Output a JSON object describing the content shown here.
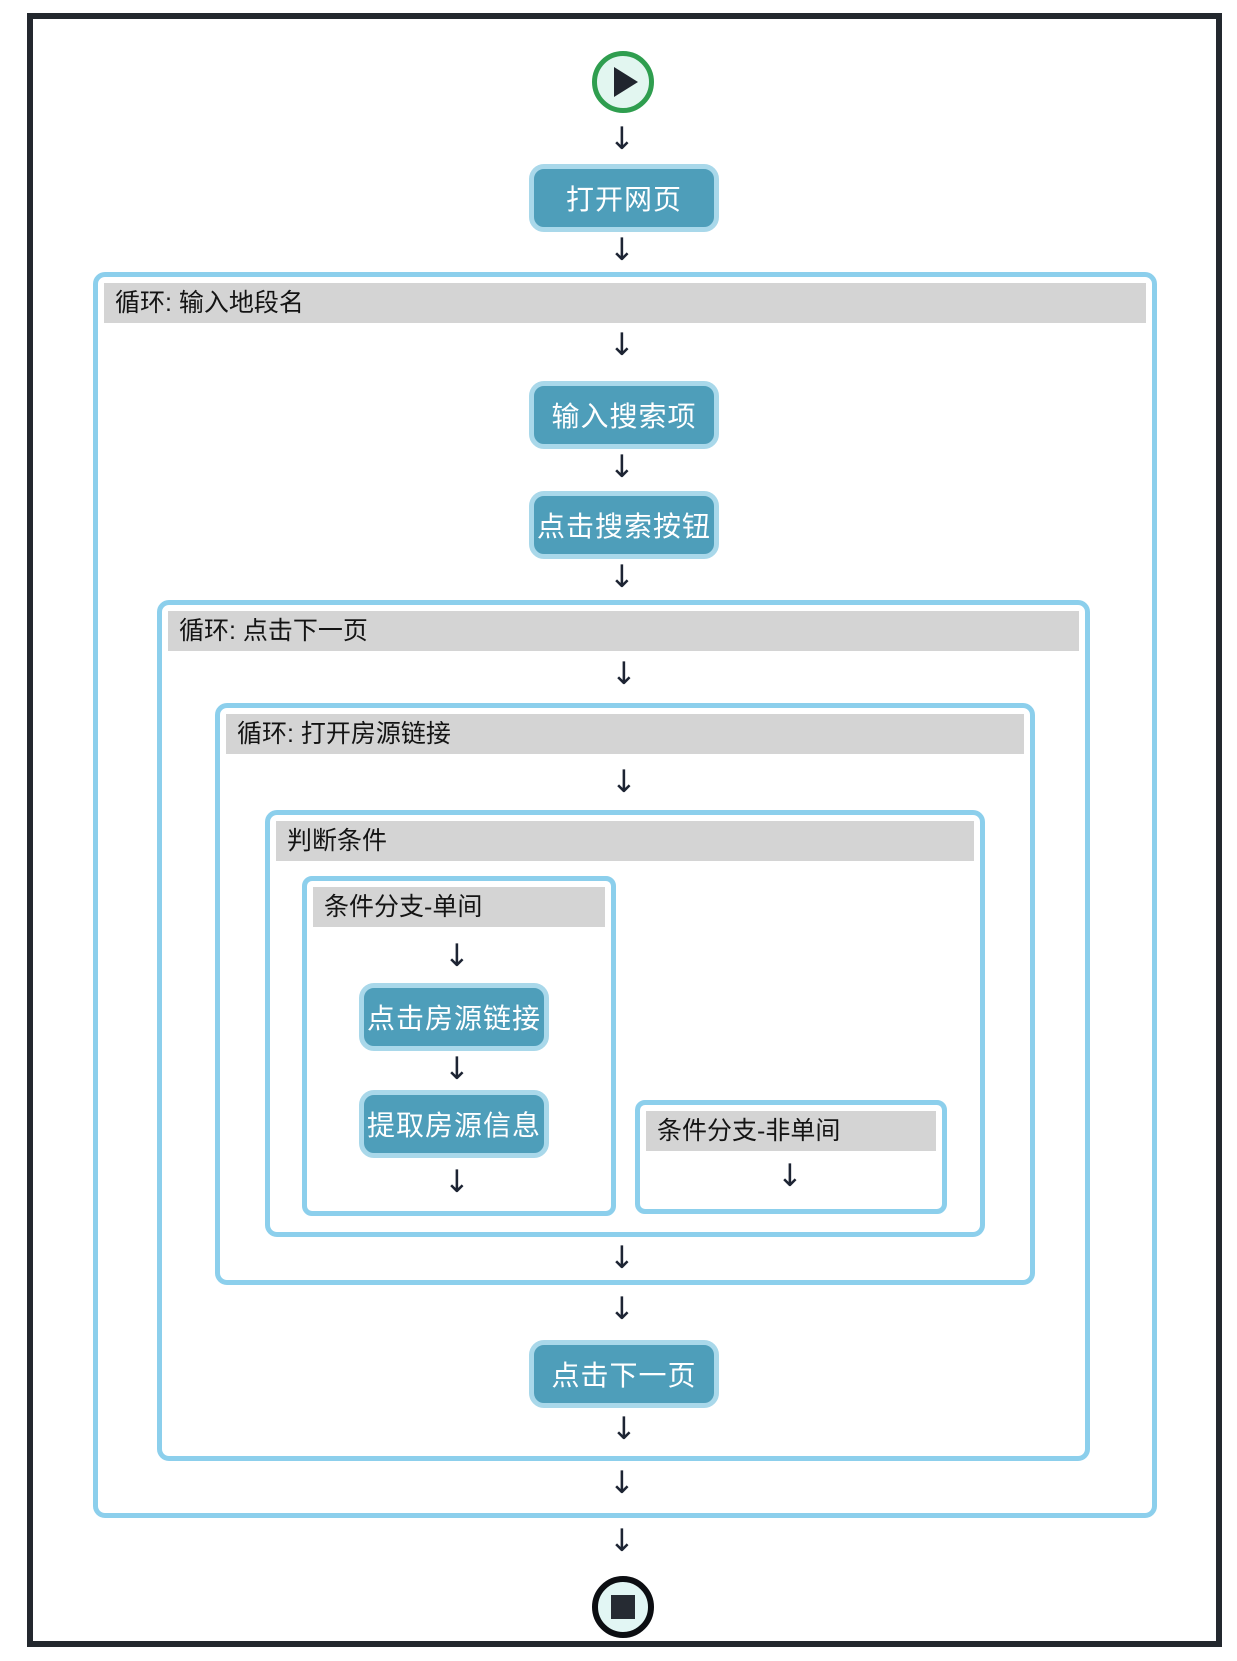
{
  "glyphs": {
    "arrow_down": "↓"
  },
  "colors": {
    "node_fill": "#4E9EBA",
    "node_border": "#A9D8EA",
    "container_border": "#8CCFEC",
    "header_bg": "#D4D4D4",
    "start_green": "#2F9E4F",
    "frame_dark": "#23282E"
  },
  "nodes": {
    "open_page": "打开网页",
    "input_search": "输入搜索项",
    "click_search": "点击搜索按钮",
    "click_listing": "点击房源链接",
    "extract_info": "提取房源信息",
    "click_next_page": "点击下一页"
  },
  "containers": {
    "loop_input_location": "循环: 输入地段名",
    "loop_click_next": "循环: 点击下一页",
    "loop_open_listing": "循环: 打开房源链接",
    "condition": "判断条件",
    "branch_single_room": "条件分支-单间",
    "branch_non_single_room": "条件分支-非单间"
  }
}
